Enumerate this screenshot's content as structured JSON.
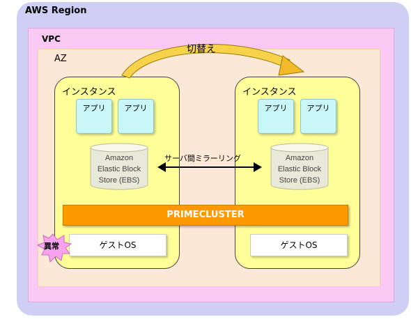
{
  "region": {
    "label": "AWS Region"
  },
  "vpc": {
    "label": "VPC"
  },
  "az": {
    "label": "AZ"
  },
  "switchover": {
    "label": "切替え"
  },
  "left_instance": {
    "label": "インスタンス",
    "apps": [
      "アプリ",
      "アプリ"
    ],
    "ebs": {
      "line1": "Amazon",
      "line2": "Elastic Block",
      "line3": "Store (EBS)"
    },
    "guest_os": "ゲストOS",
    "fault_badge": "異常"
  },
  "right_instance": {
    "label": "インスタンス",
    "apps": [
      "アプリ",
      "アプリ"
    ],
    "ebs": {
      "line1": "Amazon",
      "line2": "Elastic Block",
      "line3": "Store (EBS)"
    },
    "guest_os": "ゲストOS"
  },
  "mirroring": {
    "label": "サーバ間ミラーリング"
  },
  "primecluster": {
    "label": "PRIMECLUSTER"
  },
  "colors": {
    "region": "#cfcff5",
    "vpc": "#f9c9f3",
    "az": "#fbe8d6",
    "instance": "#ffff99",
    "app": "#c9f6f6",
    "primecluster": "#ff9900",
    "fault": "#f9a3f0"
  }
}
